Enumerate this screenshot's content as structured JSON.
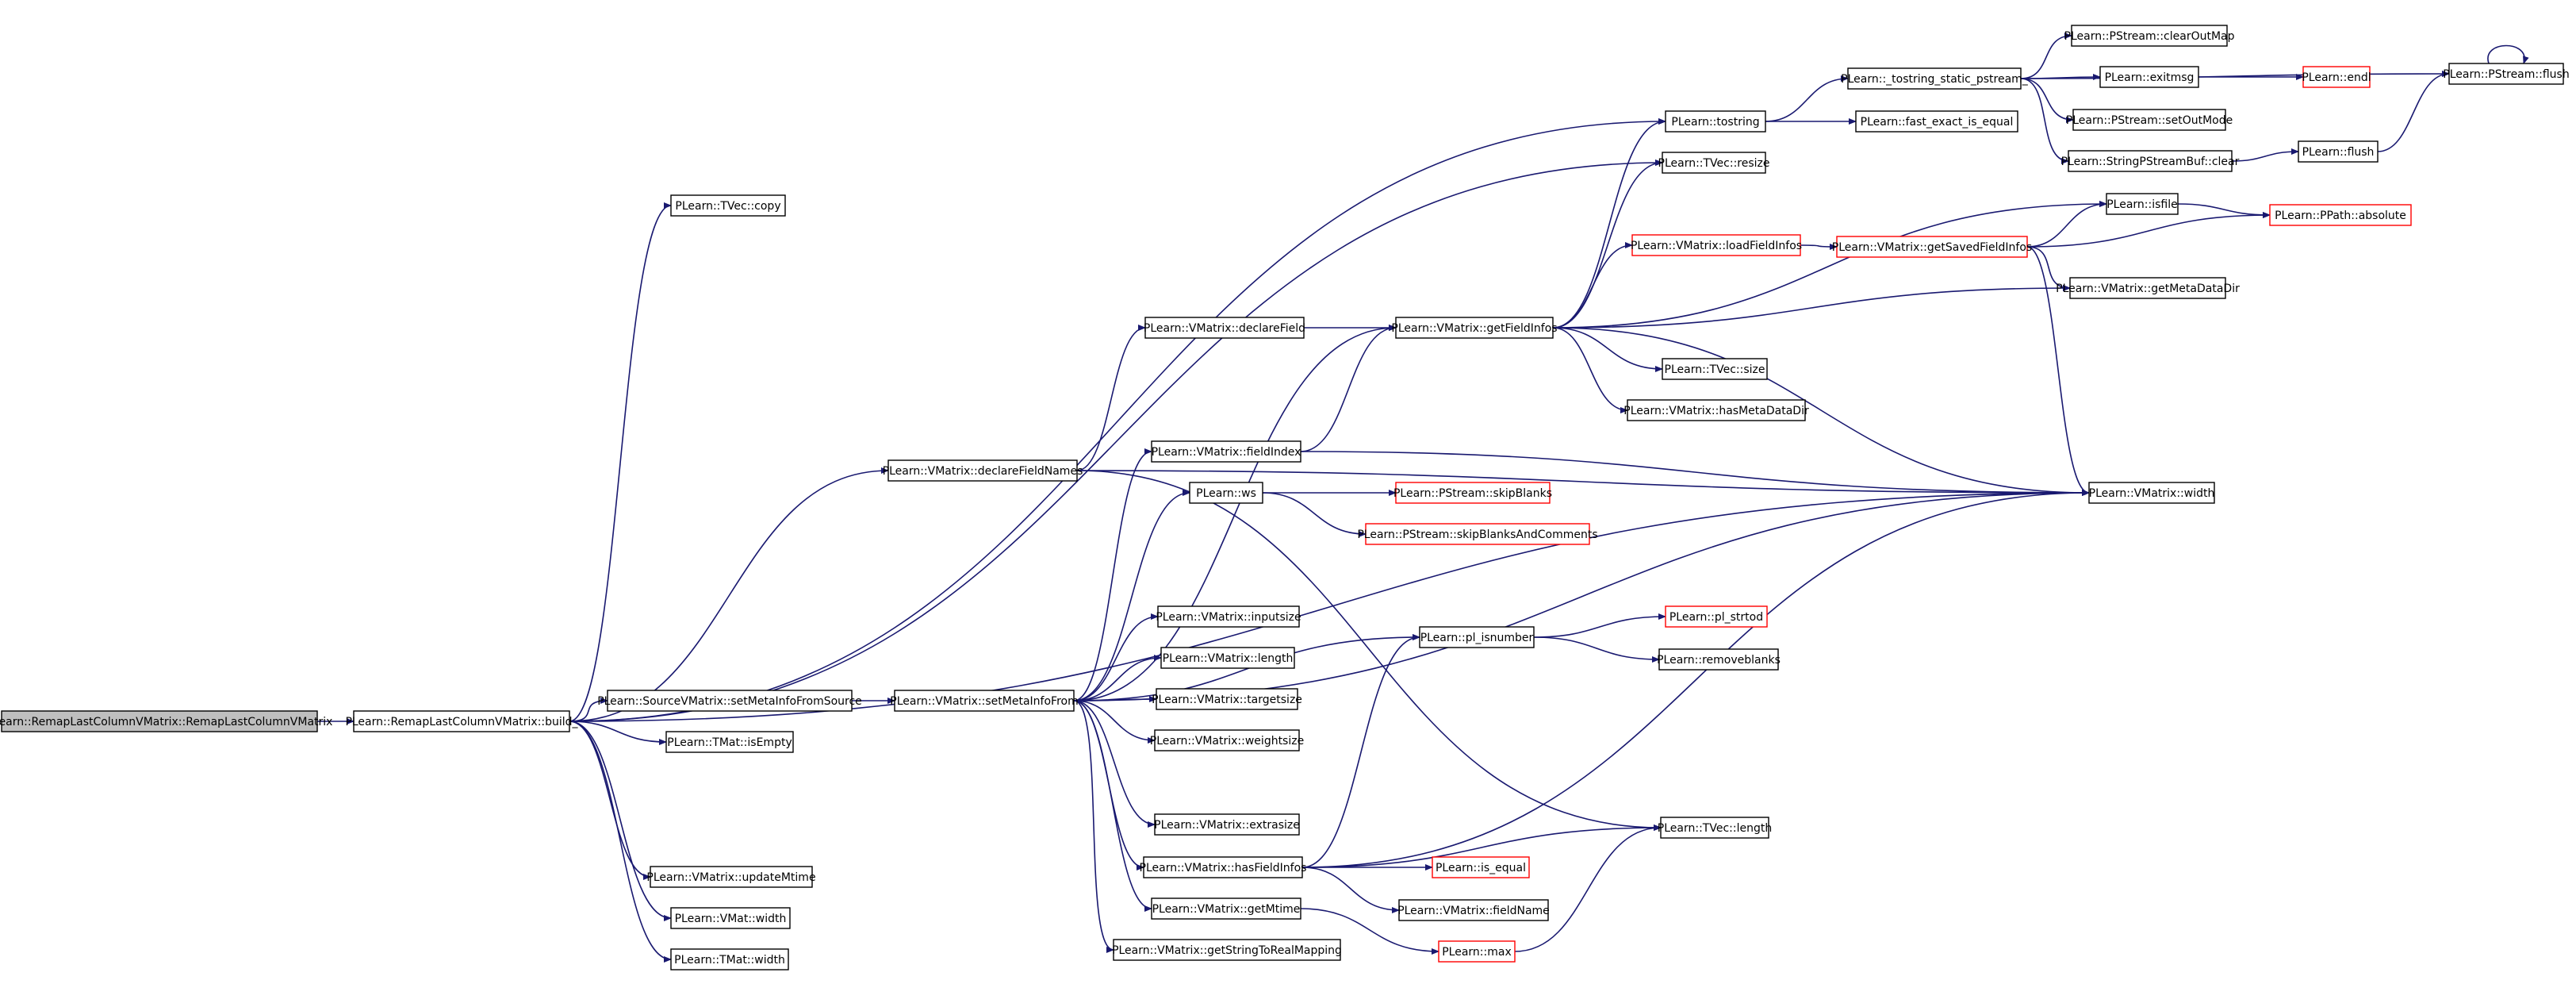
{
  "graph": {
    "colors": {
      "edge": "#191970",
      "node_border": "#000000",
      "node_border_truncated": "#ff0000",
      "node_fill": "#ffffff",
      "root_fill": "#bfbfbf",
      "text": "#000000"
    },
    "nodes": [
      {
        "id": "n0",
        "label": "PLearn::RemapLastColumnVMatrix::RemapLastColumnVMatrix",
        "root": true
      },
      {
        "id": "n1",
        "label": "PLearn::RemapLastColumnVMatrix::build_"
      },
      {
        "id": "n2",
        "label": "PLearn::TVec::copy"
      },
      {
        "id": "n3",
        "label": "PLearn::VMatrix::declareFieldNames"
      },
      {
        "id": "n4",
        "label": "PLearn::SourceVMatrix::setMetaInfoFromSource"
      },
      {
        "id": "n5",
        "label": "PLearn::TMat::isEmpty"
      },
      {
        "id": "n6",
        "label": "PLearn::VMatrix::updateMtime"
      },
      {
        "id": "n7",
        "label": "PLearn::VMat::width"
      },
      {
        "id": "n8",
        "label": "PLearn::TMat::width"
      },
      {
        "id": "n9",
        "label": "PLearn::VMatrix::declareField"
      },
      {
        "id": "n10",
        "label": "PLearn::VMatrix::getFieldInfos"
      },
      {
        "id": "n11",
        "label": "PLearn::VMatrix::setMetaInfoFrom"
      },
      {
        "id": "n12",
        "label": "PLearn::VMatrix::fieldIndex"
      },
      {
        "id": "n13",
        "label": "PLearn::ws"
      },
      {
        "id": "n14",
        "label": "PLearn::VMatrix::inputsize"
      },
      {
        "id": "n15",
        "label": "PLearn::VMatrix::length"
      },
      {
        "id": "n16",
        "label": "PLearn::VMatrix::targetsize"
      },
      {
        "id": "n17",
        "label": "PLearn::VMatrix::weightsize"
      },
      {
        "id": "n18",
        "label": "PLearn::VMatrix::extrasize"
      },
      {
        "id": "n19",
        "label": "PLearn::VMatrix::hasFieldInfos"
      },
      {
        "id": "n20",
        "label": "PLearn::VMatrix::getMtime"
      },
      {
        "id": "n21",
        "label": "PLearn::VMatrix::getStringToRealMapping"
      },
      {
        "id": "n22",
        "label": "PLearn::tostring"
      },
      {
        "id": "n23",
        "label": "PLearn::TVec::resize"
      },
      {
        "id": "n24",
        "label": "PLearn::VMatrix::loadFieldInfos",
        "truncated": true
      },
      {
        "id": "n25",
        "label": "PLearn::TVec::size"
      },
      {
        "id": "n26",
        "label": "PLearn::VMatrix::hasMetaDataDir"
      },
      {
        "id": "n27",
        "label": "PLearn::VMatrix::width"
      },
      {
        "id": "n28",
        "label": "PLearn::PStream::skipBlanks",
        "truncated": true
      },
      {
        "id": "n29",
        "label": "PLearn::PStream::skipBlanksAndComments",
        "truncated": true
      },
      {
        "id": "n30",
        "label": "PLearn::pl_isnumber"
      },
      {
        "id": "n31",
        "label": "PLearn::TVec::length"
      },
      {
        "id": "n32",
        "label": "PLearn::is_equal",
        "truncated": true
      },
      {
        "id": "n33",
        "label": "PLearn::VMatrix::fieldName"
      },
      {
        "id": "n34",
        "label": "PLearn::max",
        "truncated": true
      },
      {
        "id": "n35",
        "label": "PLearn::_tostring_static_pstream_"
      },
      {
        "id": "n36",
        "label": "PLearn::fast_exact_is_equal"
      },
      {
        "id": "n37",
        "label": "PLearn::VMatrix::getSavedFieldInfos",
        "truncated": true
      },
      {
        "id": "n38",
        "label": "PLearn::isfile"
      },
      {
        "id": "n39",
        "label": "PLearn::VMatrix::getMetaDataDir"
      },
      {
        "id": "n40",
        "label": "PLearn::pl_strtod",
        "truncated": true
      },
      {
        "id": "n41",
        "label": "PLearn::removeblanks"
      },
      {
        "id": "n42",
        "label": "PLearn::PStream::clearOutMap"
      },
      {
        "id": "n43",
        "label": "PLearn::exitmsg"
      },
      {
        "id": "n44",
        "label": "PLearn::PStream::setOutMode"
      },
      {
        "id": "n45",
        "label": "PLearn::StringPStreamBuf::clear"
      },
      {
        "id": "n46",
        "label": "PLearn::endl",
        "truncated": true
      },
      {
        "id": "n47",
        "label": "PLearn::flush"
      },
      {
        "id": "n48",
        "label": "PLearn::PStream::flush"
      },
      {
        "id": "n49",
        "label": "PLearn::PPath::absolute",
        "truncated": true
      }
    ],
    "edges": [
      [
        "n0",
        "n1"
      ],
      [
        "n1",
        "n2"
      ],
      [
        "n1",
        "n22"
      ],
      [
        "n1",
        "n23"
      ],
      [
        "n1",
        "n3"
      ],
      [
        "n1",
        "n4"
      ],
      [
        "n1",
        "n5"
      ],
      [
        "n1",
        "n6"
      ],
      [
        "n1",
        "n7"
      ],
      [
        "n1",
        "n8"
      ],
      [
        "n1",
        "n27"
      ],
      [
        "n3",
        "n9"
      ],
      [
        "n3",
        "n27"
      ],
      [
        "n3",
        "n31"
      ],
      [
        "n9",
        "n10"
      ],
      [
        "n4",
        "n11"
      ],
      [
        "n11",
        "n10"
      ],
      [
        "n11",
        "n12"
      ],
      [
        "n11",
        "n13"
      ],
      [
        "n11",
        "n30"
      ],
      [
        "n11",
        "n14"
      ],
      [
        "n11",
        "n15"
      ],
      [
        "n11",
        "n16"
      ],
      [
        "n11",
        "n17"
      ],
      [
        "n11",
        "n18"
      ],
      [
        "n11",
        "n19"
      ],
      [
        "n11",
        "n20"
      ],
      [
        "n11",
        "n21"
      ],
      [
        "n11",
        "n27"
      ],
      [
        "n12",
        "n10"
      ],
      [
        "n12",
        "n27"
      ],
      [
        "n13",
        "n28"
      ],
      [
        "n13",
        "n29"
      ],
      [
        "n10",
        "n22"
      ],
      [
        "n10",
        "n23"
      ],
      [
        "n10",
        "n24"
      ],
      [
        "n10",
        "n25"
      ],
      [
        "n10",
        "n26"
      ],
      [
        "n10",
        "n27"
      ],
      [
        "n10",
        "n38"
      ],
      [
        "n10",
        "n39"
      ],
      [
        "n24",
        "n37"
      ],
      [
        "n37",
        "n38"
      ],
      [
        "n37",
        "n49"
      ],
      [
        "n37",
        "n39"
      ],
      [
        "n37",
        "n27"
      ],
      [
        "n38",
        "n49"
      ],
      [
        "n19",
        "n30"
      ],
      [
        "n19",
        "n31"
      ],
      [
        "n19",
        "n32"
      ],
      [
        "n19",
        "n33"
      ],
      [
        "n19",
        "n27"
      ],
      [
        "n20",
        "n34"
      ],
      [
        "n34",
        "n31"
      ],
      [
        "n30",
        "n40"
      ],
      [
        "n30",
        "n41"
      ],
      [
        "n22",
        "n35"
      ],
      [
        "n22",
        "n36"
      ],
      [
        "n35",
        "n42"
      ],
      [
        "n35",
        "n43"
      ],
      [
        "n35",
        "n44"
      ],
      [
        "n35",
        "n45"
      ],
      [
        "n35",
        "n48"
      ],
      [
        "n43",
        "n46"
      ],
      [
        "n45",
        "n47"
      ],
      [
        "n47",
        "n48"
      ],
      [
        "n48",
        "n48"
      ]
    ]
  }
}
